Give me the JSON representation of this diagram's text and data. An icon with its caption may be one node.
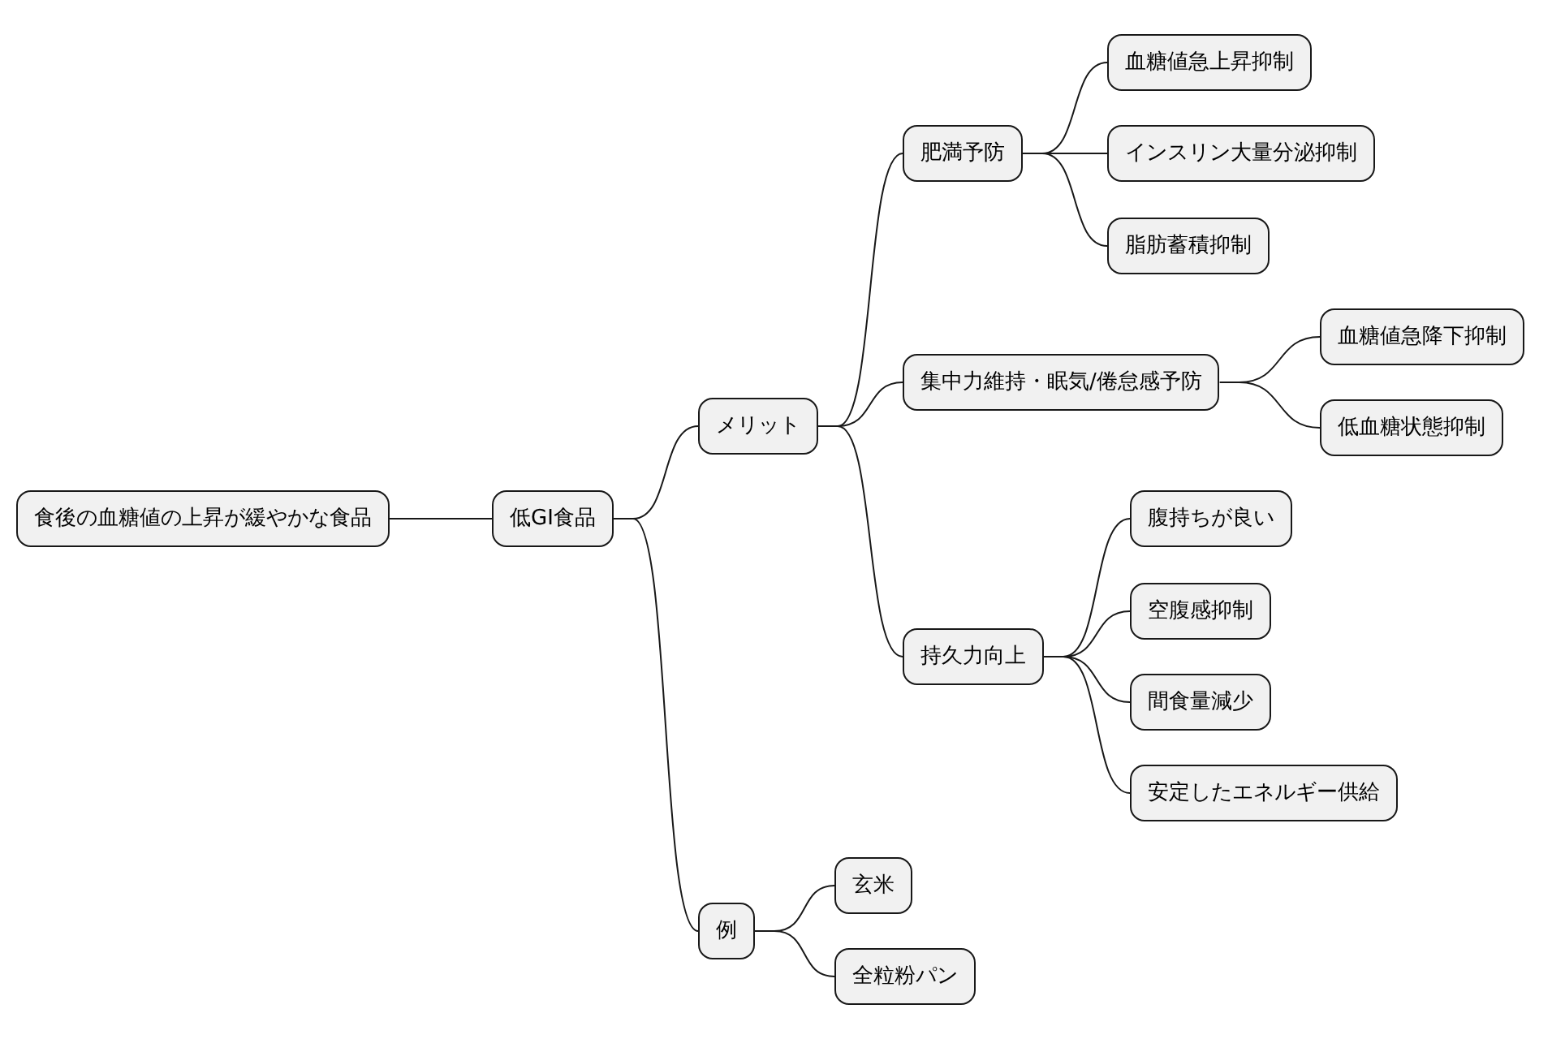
{
  "diagram": {
    "nodes": [
      {
        "text": [
          "食後の血糖値の上昇が緩やかな食品"
        ]
      },
      {
        "text": [
          "低GI食品"
        ]
      },
      {
        "text": [
          "メリット"
        ]
      },
      {
        "text": [
          "肥満予防"
        ]
      },
      {
        "text": [
          "血糖値急上昇抑制"
        ]
      },
      {
        "text": [
          "インスリン大量分泌抑制"
        ]
      },
      {
        "text": [
          "脂肪蓄積抑制"
        ]
      },
      {
        "text": [
          "集中力維持・眠気/倦怠感予防"
        ]
      },
      {
        "text": [
          "血糖値急降下抑制"
        ]
      },
      {
        "text": [
          "低血糖状態抑制"
        ]
      },
      {
        "text": [
          "持久力向上"
        ]
      },
      {
        "text": [
          "腹持ちが良い"
        ]
      },
      {
        "text": [
          "空腹感抑制"
        ]
      },
      {
        "text": [
          "間食量減少"
        ]
      },
      {
        "text": [
          "安定したエネルギー供給"
        ]
      },
      {
        "text": [
          "例"
        ]
      },
      {
        "text": [
          "玄米"
        ]
      },
      {
        "text": [
          "全粒粉パン"
        ]
      }
    ],
    "edges": [
      {
        "from": 0,
        "to": 1,
        "arrow": "none"
      },
      {
        "from": 1,
        "to": 2,
        "arrow": "none"
      },
      {
        "from": 1,
        "to": 15,
        "arrow": "none"
      },
      {
        "from": 2,
        "to": 3,
        "arrow": "none"
      },
      {
        "from": 2,
        "to": 7,
        "arrow": "none"
      },
      {
        "from": 2,
        "to": 10,
        "arrow": "none"
      },
      {
        "from": 3,
        "to": 4,
        "arrow": "none"
      },
      {
        "from": 3,
        "to": 5,
        "arrow": "none"
      },
      {
        "from": 3,
        "to": 6,
        "arrow": "none"
      },
      {
        "from": 7,
        "to": 8,
        "arrow": "none"
      },
      {
        "from": 7,
        "to": 9,
        "arrow": "none"
      },
      {
        "from": 10,
        "to": 11,
        "arrow": "none"
      },
      {
        "from": 10,
        "to": 12,
        "arrow": "none"
      },
      {
        "from": 10,
        "to": 13,
        "arrow": "none"
      },
      {
        "from": 10,
        "to": 14,
        "arrow": "none"
      },
      {
        "from": 15,
        "to": 16,
        "arrow": "none"
      },
      {
        "from": 15,
        "to": 17,
        "arrow": "none"
      }
    ]
  }
}
